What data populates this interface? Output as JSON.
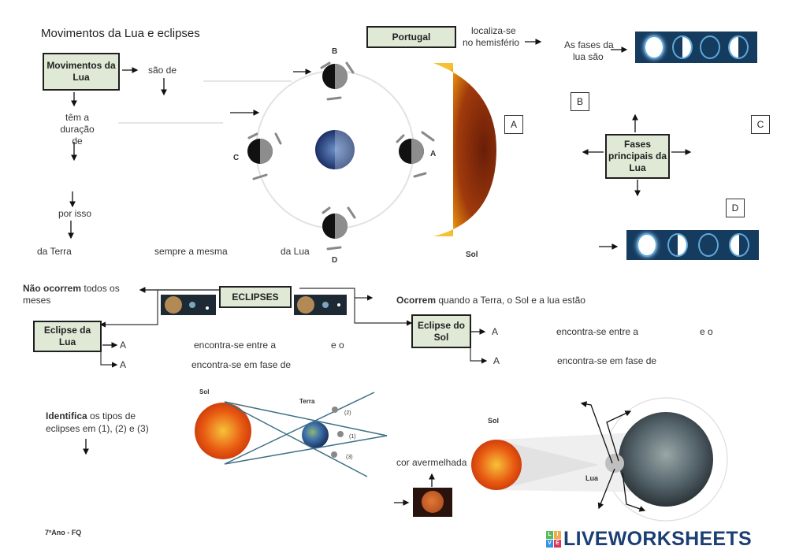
{
  "title": "Movimentos da Lua e eclipses",
  "movimentos": {
    "box": "Movimentos da Lua",
    "sao_de": "são de",
    "duracao": "têm a duração de",
    "por_isso": "por isso",
    "da_terra": "da Terra",
    "sempre": "sempre a mesma",
    "da_lua": "da Lua"
  },
  "orbit": {
    "labels": [
      "A",
      "B",
      "C",
      "D"
    ],
    "sun_label": "Sol"
  },
  "portugal": {
    "box": "Portugal",
    "localiza": "localiza-se",
    "hemisferio": "no hemisfério",
    "fases_1": "As fases da",
    "fases_2": "lua são"
  },
  "fases_principais": {
    "box": "Fases principais da Lua",
    "labels": [
      "A",
      "B",
      "C",
      "D"
    ],
    "phase_icons": [
      "full-moon-icon",
      "first-quarter-icon",
      "new-moon-icon",
      "last-quarter-icon"
    ]
  },
  "eclipses": {
    "box": "ECLIPSES",
    "nao_ocorrem_bold": "Não ocorrem",
    "nao_ocorrem_rest": " todos os",
    "meses": "meses",
    "ocorrem_bold": "Ocorrem",
    "ocorrem_rest": " quando a Terra, o Sol e a lua estão",
    "lua": {
      "box": "Eclipse da Lua",
      "row1_a": "A",
      "row1_mid": "encontra-se entre a",
      "row1_end": "e o",
      "row2_a": "A",
      "row2_mid": "encontra-se em fase de"
    },
    "sol": {
      "box": "Eclipse do Sol",
      "row1_a": "A",
      "row1_mid": "encontra-se entre a",
      "row1_end": "e o",
      "row2_a": "A",
      "row2_mid": "encontra-se em fase de"
    }
  },
  "identifica": {
    "bold": "Identifica",
    "rest": " os tipos de",
    "line2": "eclipses em (1), (2) e (3)",
    "sol": "Sol",
    "terra": "Terra",
    "n1": "(1)",
    "n2": "(2)",
    "n3": "(3)"
  },
  "solar_diagram": {
    "sol": "Sol",
    "lua": "Lua",
    "cor": "cor avermelhada"
  },
  "footer": {
    "class": "7ºAno - FQ",
    "brand": "LIVEWORKSHEETS",
    "logo_letters": [
      "L",
      "I",
      "V",
      "E"
    ]
  }
}
